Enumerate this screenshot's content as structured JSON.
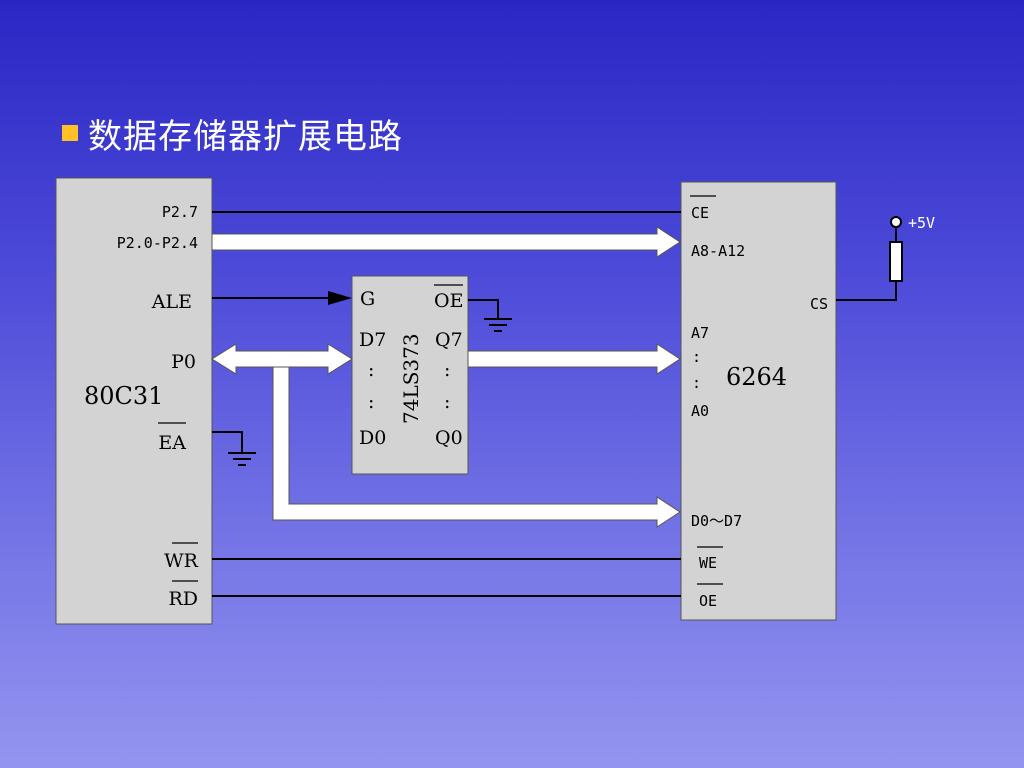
{
  "title": "数据存储器扩展电路",
  "mcu": {
    "name": "80C31",
    "pins": {
      "p27": "P2.7",
      "p20_24": "P2.0-P2.4",
      "ale": "ALE",
      "p0": "P0",
      "ea": "EA",
      "wr": "WR",
      "rd": "RD"
    }
  },
  "latch": {
    "name": "74LS373",
    "pins": {
      "g": "G",
      "oe": "OE",
      "d7": "D7",
      "d0": "D0",
      "q7": "Q7",
      "q0": "Q0",
      "dots": ":"
    }
  },
  "ram": {
    "name": "6264",
    "pins": {
      "ce": "CE",
      "a8_12": "A8-A12",
      "cs": "CS",
      "a7": "A7",
      "a0": "A0",
      "dots": ":",
      "d0_d7": "D0～D7",
      "we": "WE",
      "oe": "OE"
    }
  },
  "power": {
    "label": "+5V"
  },
  "colors": {
    "bullet": "#ffc125",
    "chip_fill": "#d3d3d3",
    "wire": "#000000",
    "bus": "#ffffff"
  }
}
